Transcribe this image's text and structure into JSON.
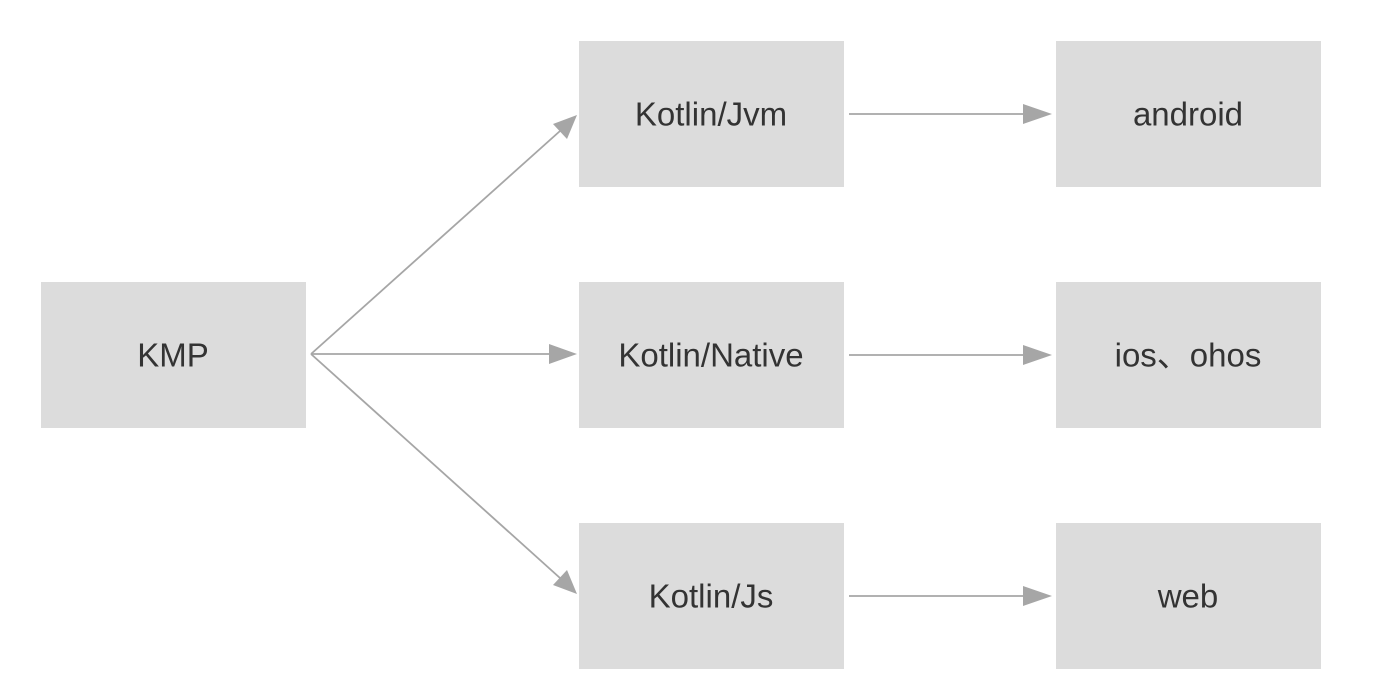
{
  "colors": {
    "node_fill": "#dcdcdc",
    "node_text": "#333333",
    "edge": "#a6a6a6",
    "background": "#ffffff"
  },
  "nodes": {
    "kmp": "KMP",
    "kotlin_jvm": "Kotlin/Jvm",
    "kotlin_native": "Kotlin/Native",
    "kotlin_js": "Kotlin/Js",
    "android": "android",
    "ios_ohos": "ios、ohos",
    "web": "web"
  },
  "edges": [
    {
      "from": "kmp",
      "to": "kotlin_jvm"
    },
    {
      "from": "kmp",
      "to": "kotlin_native"
    },
    {
      "from": "kmp",
      "to": "kotlin_js"
    },
    {
      "from": "kotlin_jvm",
      "to": "android"
    },
    {
      "from": "kotlin_native",
      "to": "ios_ohos"
    },
    {
      "from": "kotlin_js",
      "to": "web"
    }
  ]
}
